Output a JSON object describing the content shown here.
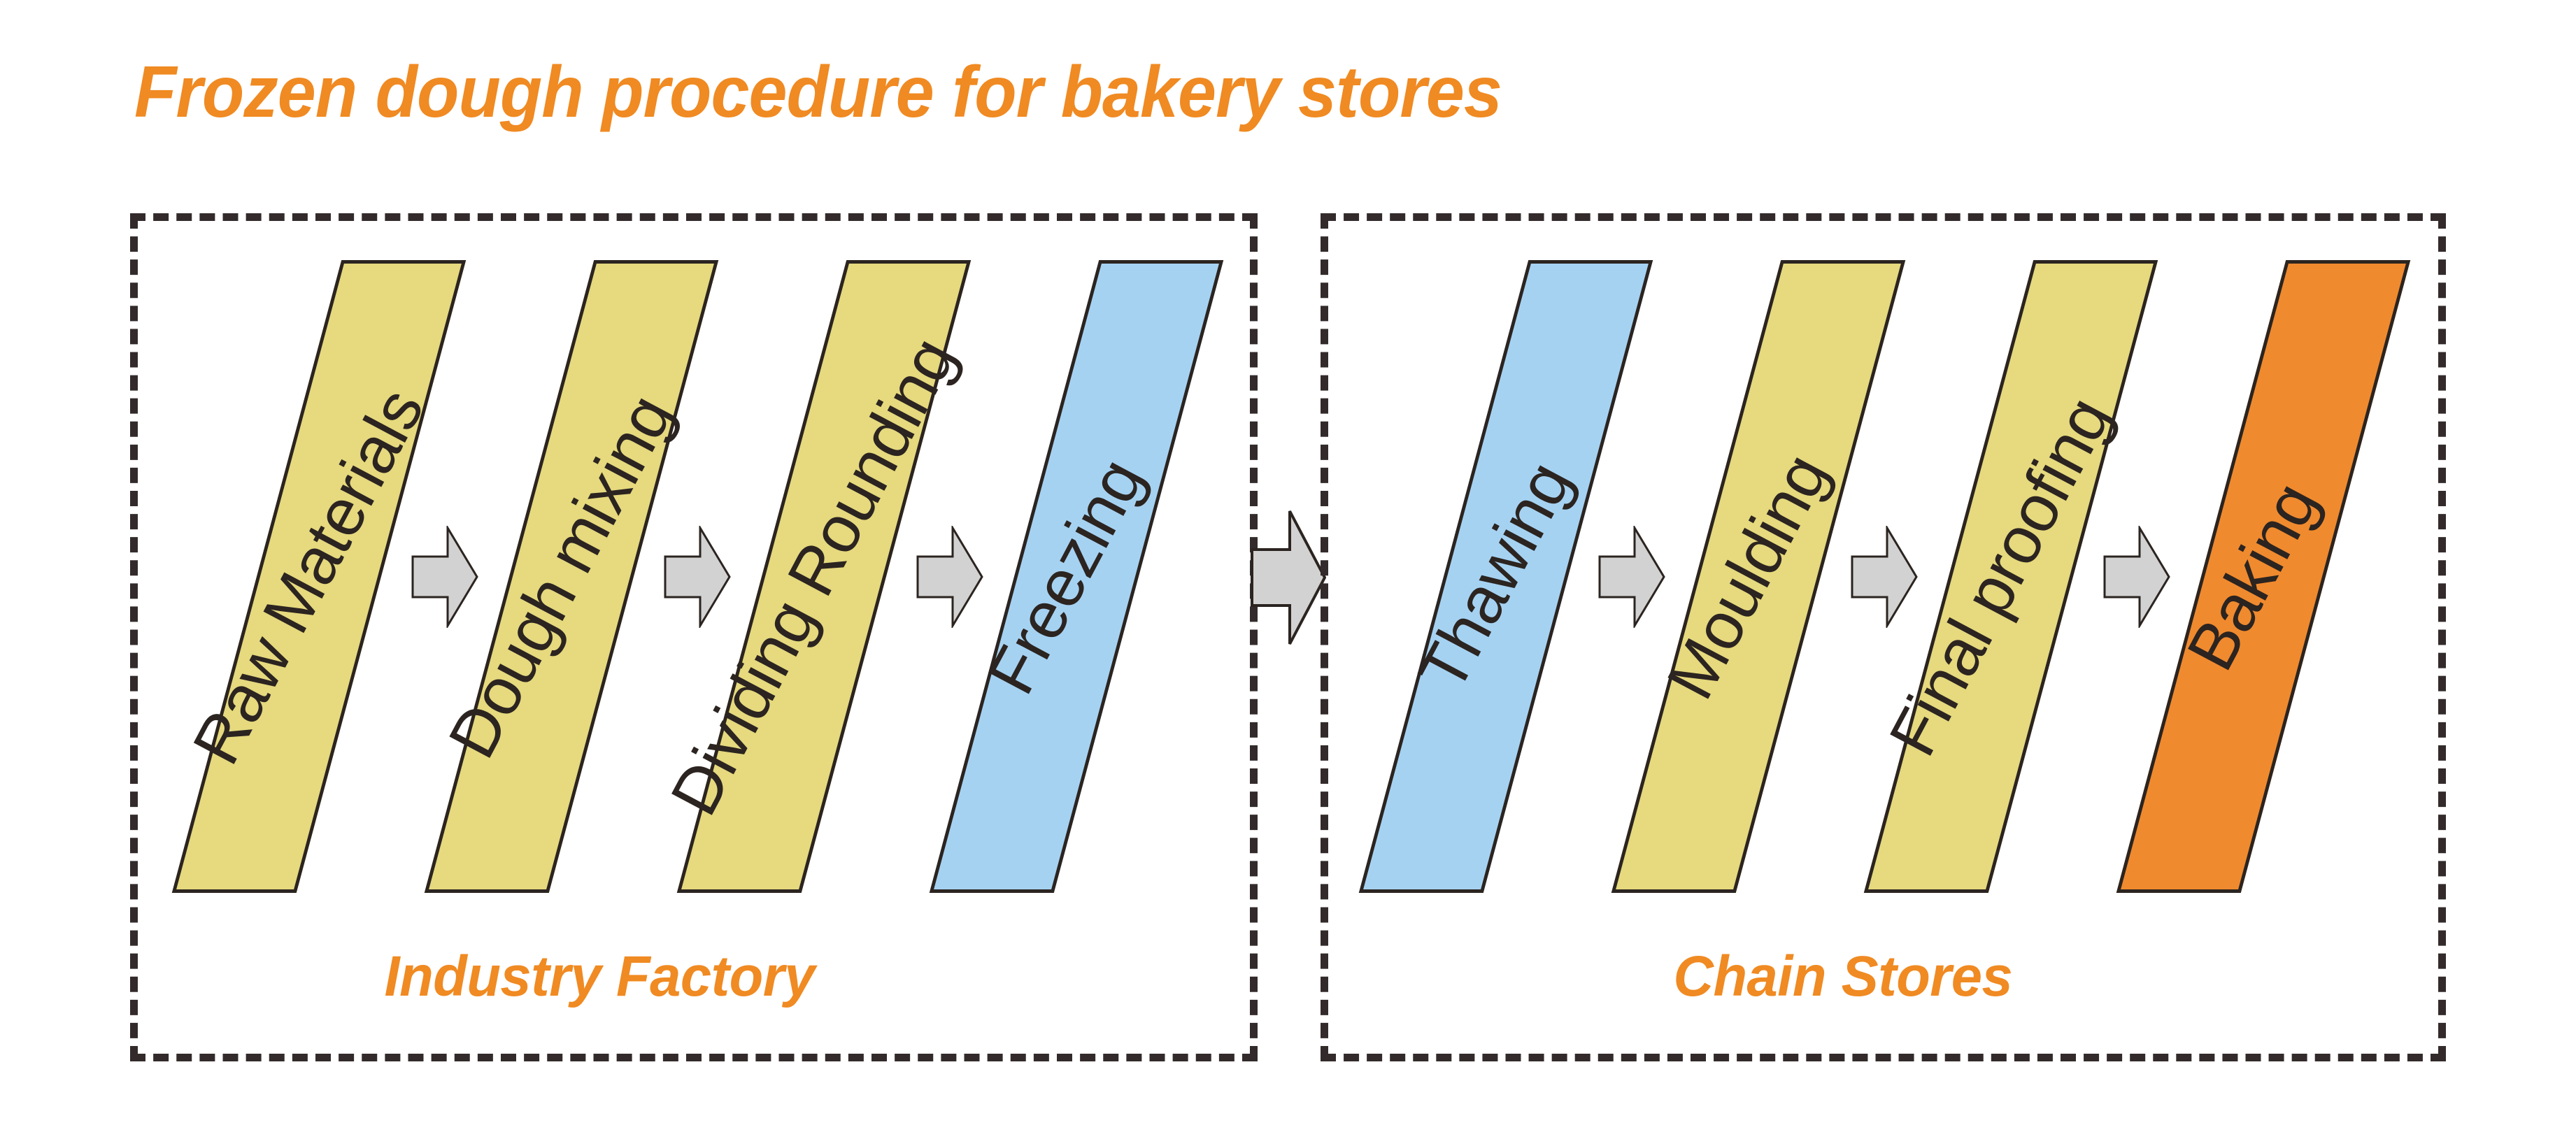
{
  "title": "Frozen dough procedure for bakery stores",
  "colors": {
    "accent_orange": "#F08A22",
    "step_yellow": "#E6D97E",
    "step_blue": "#A6D2F2",
    "step_orange": "#F08A2E",
    "arrow_grey": "#D2D2D2",
    "outline_dark": "#2B2420",
    "dashed_border": "#332B2B"
  },
  "groups": [
    {
      "caption": "Industry Factory",
      "steps": [
        {
          "label": "Raw Materials",
          "color": "yellow"
        },
        {
          "label": "Dough mixing",
          "color": "yellow"
        },
        {
          "label": "Dividing Rounding",
          "color": "yellow"
        },
        {
          "label": "Freezing",
          "color": "blue"
        }
      ]
    },
    {
      "caption": "Chain Stores",
      "steps": [
        {
          "label": "Thawing",
          "color": "blue"
        },
        {
          "label": "Moulding",
          "color": "yellow"
        },
        {
          "label": "Final proofing",
          "color": "yellow"
        },
        {
          "label": "Baking",
          "color": "orange"
        }
      ]
    }
  ],
  "arrows": {
    "small_icon": "arrow-right-icon",
    "connector_icon": "arrow-right-icon",
    "count_small": 6,
    "count_connector": 1
  }
}
